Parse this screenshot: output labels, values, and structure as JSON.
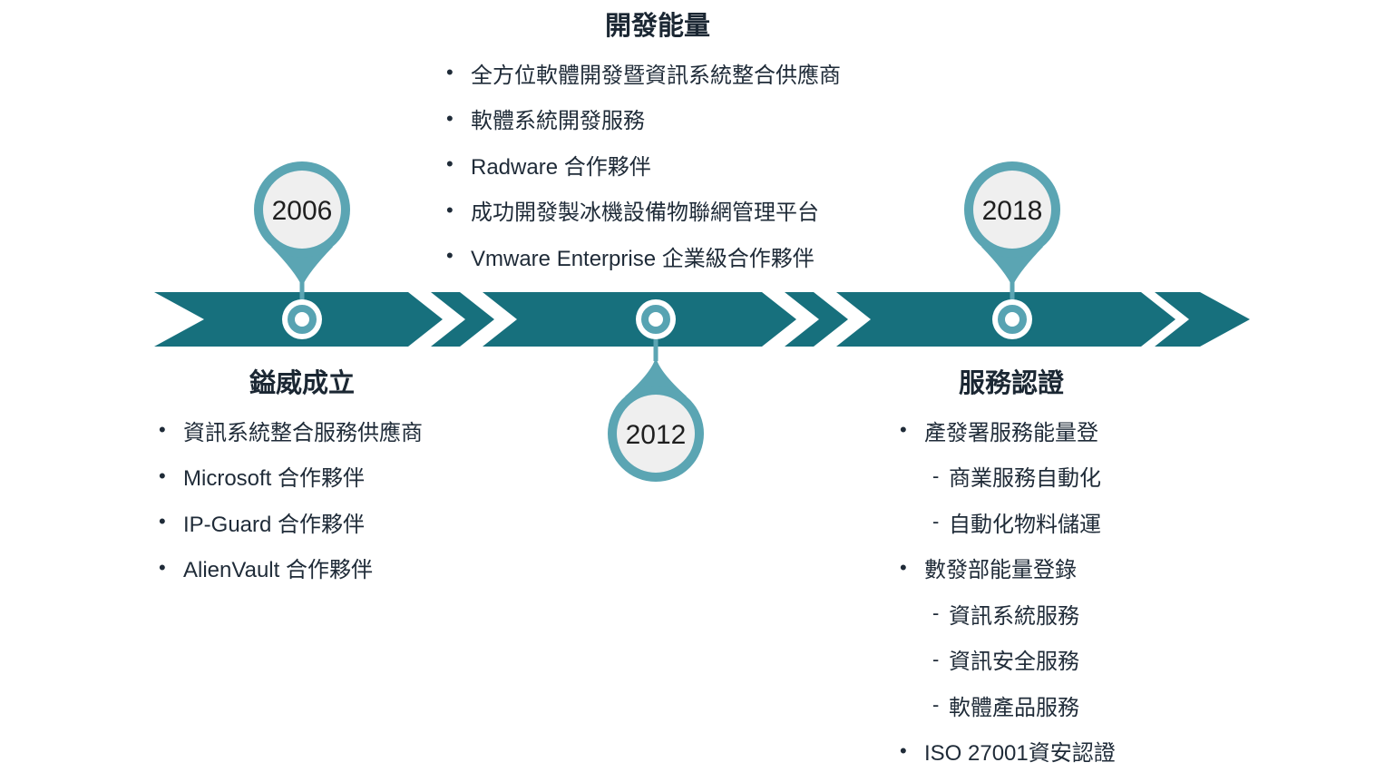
{
  "palette": {
    "band": "#17707D",
    "pin": "#5BA5B3",
    "pin_inner": "#EFEFEF",
    "ring": "#57A3B2",
    "year_text": "#1F1F1F",
    "heading_text": "#1B2733",
    "body_text": "#1F2B38"
  },
  "milestones": {
    "m2006": {
      "year": "2006",
      "title": "鎰威成立",
      "items": [
        {
          "bullet": "•",
          "text": "資訊系統整合服務供應商"
        },
        {
          "bullet": "•",
          "text": "Microsoft 合作夥伴"
        },
        {
          "bullet": "•",
          "text": "IP-Guard 合作夥伴"
        },
        {
          "bullet": "•",
          "text": "AlienVault 合作夥伴"
        }
      ]
    },
    "m2012": {
      "year": "2012",
      "title": "開發能量",
      "items": [
        {
          "bullet": "•",
          "text": "全方位軟體開發暨資訊系統整合供應商"
        },
        {
          "bullet": "•",
          "text": "軟體系統開發服務"
        },
        {
          "bullet": "•",
          "text": "Radware 合作夥伴"
        },
        {
          "bullet": "•",
          "text": "成功開發製冰機設備物聯網管理平台"
        },
        {
          "bullet": "•",
          "text": "Vmware Enterprise 企業級合作夥伴"
        }
      ]
    },
    "m2018": {
      "year": "2018",
      "title": "服務認證",
      "items": [
        {
          "bullet": "•",
          "text": "產發署服務能量登"
        },
        {
          "bullet": "-",
          "text": "商業服務自動化"
        },
        {
          "bullet": "-",
          "text": "自動化物料儲運"
        },
        {
          "bullet": "•",
          "text": "數發部能量登錄"
        },
        {
          "bullet": "-",
          "text": "資訊系統服務"
        },
        {
          "bullet": "-",
          "text": "資訊安全服務"
        },
        {
          "bullet": "-",
          "text": "軟體產品服務"
        },
        {
          "bullet": "•",
          "text": "ISO 27001資安認證"
        }
      ]
    }
  }
}
